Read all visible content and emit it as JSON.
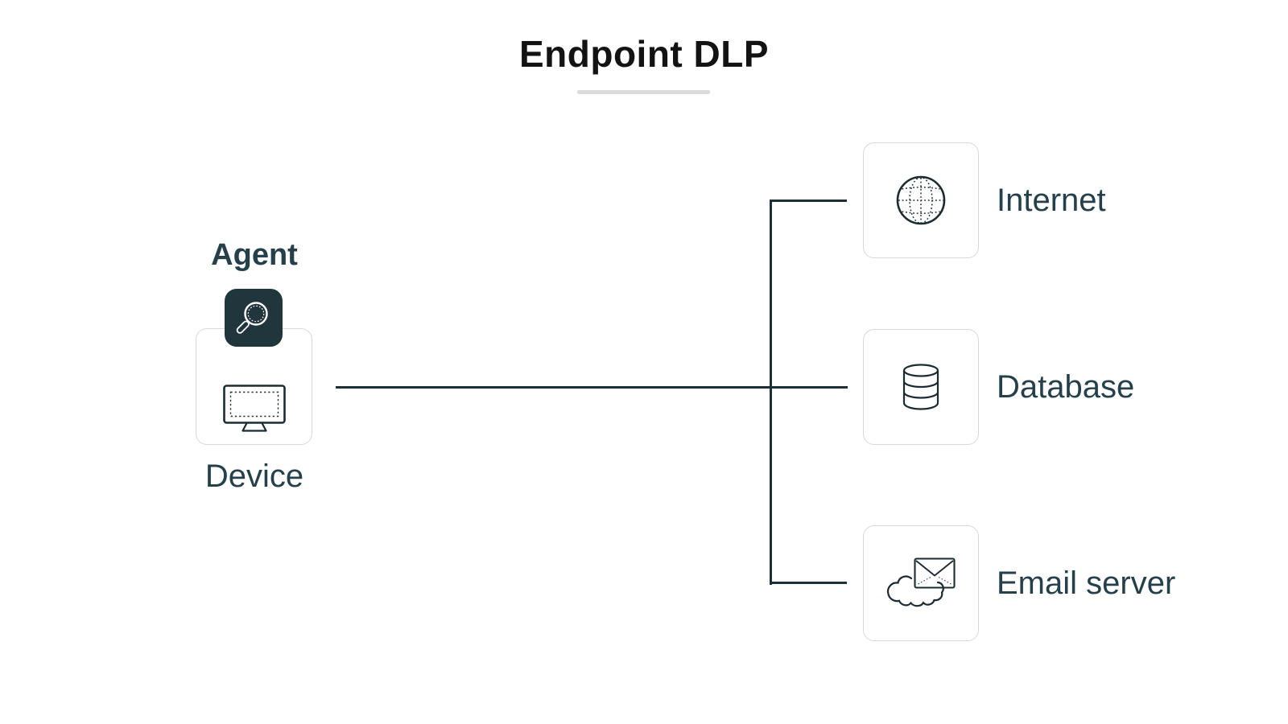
{
  "title": {
    "text": "Endpoint DLP"
  },
  "agent": {
    "label": "Agent",
    "icon": "magnifier-icon"
  },
  "device": {
    "label": "Device",
    "icon": "monitor-icon"
  },
  "nodes": {
    "internet": {
      "label": "Internet",
      "icon": "globe-icon"
    },
    "database": {
      "label": "Database",
      "icon": "database-icon"
    },
    "email": {
      "label": "Email server",
      "icon": "cloud-email-icon"
    }
  },
  "colors": {
    "title_text": "#131313",
    "label_text": "#25404a",
    "connector_line": "#1d3037",
    "agent_badge_bg": "#20353c",
    "icon_stroke": "#1b2b31",
    "card_border": "#d9d9d9",
    "title_underline": "#dcdcdc",
    "background": "#ffffff"
  }
}
